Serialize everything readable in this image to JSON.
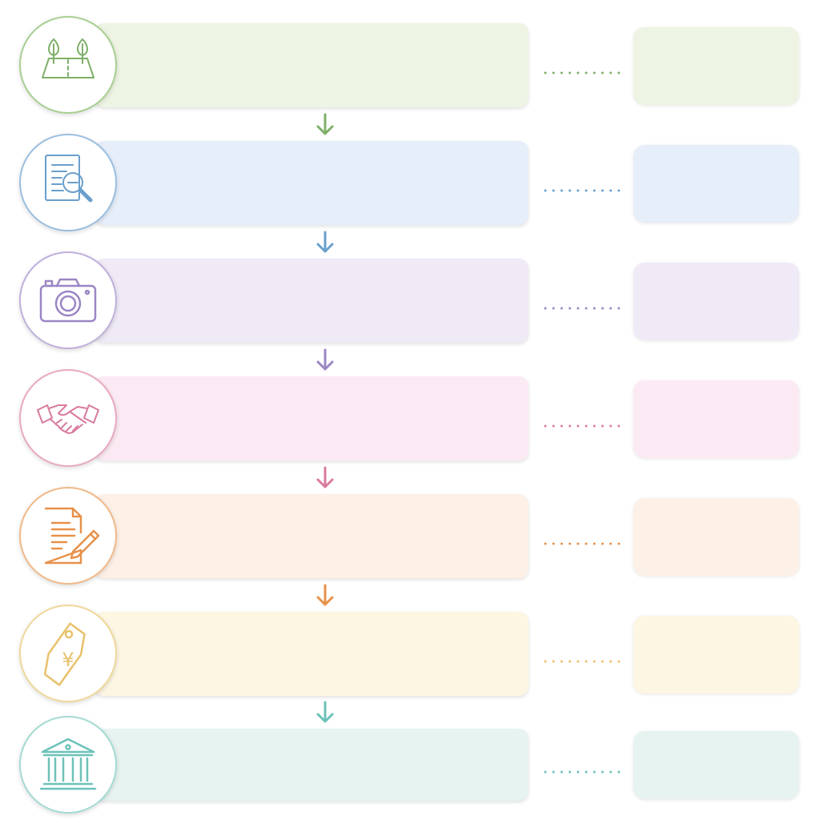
{
  "steps": [
    {
      "id": "land",
      "icon": "land-plot-trees-icon",
      "color": "#7fb069",
      "fill": "#eef4e3",
      "side_fill": "#eef4e3"
    },
    {
      "id": "research",
      "icon": "document-search-icon",
      "color": "#6a9fcc",
      "fill": "#e6eef9",
      "side_fill": "#e6eef9"
    },
    {
      "id": "photo",
      "icon": "camera-icon",
      "color": "#9b86c4",
      "fill": "#efeaf6",
      "side_fill": "#efeaf6"
    },
    {
      "id": "deal",
      "icon": "handshake-icon",
      "color": "#d97a9f",
      "fill": "#fbeaf3",
      "side_fill": "#fbeaf3"
    },
    {
      "id": "contract",
      "icon": "contract-pen-icon",
      "color": "#e8914a",
      "fill": "#fdf0e6",
      "side_fill": "#fdf0e6"
    },
    {
      "id": "price",
      "icon": "yen-price-tag-icon",
      "color": "#e8c16a",
      "fill": "#fdf6e3",
      "side_fill": "#fdf6e3"
    },
    {
      "id": "registry",
      "icon": "government-building-icon",
      "color": "#6cc2b8",
      "fill": "#e6f3f1",
      "side_fill": "#e6f3f1"
    }
  ],
  "price_symbol": "¥"
}
